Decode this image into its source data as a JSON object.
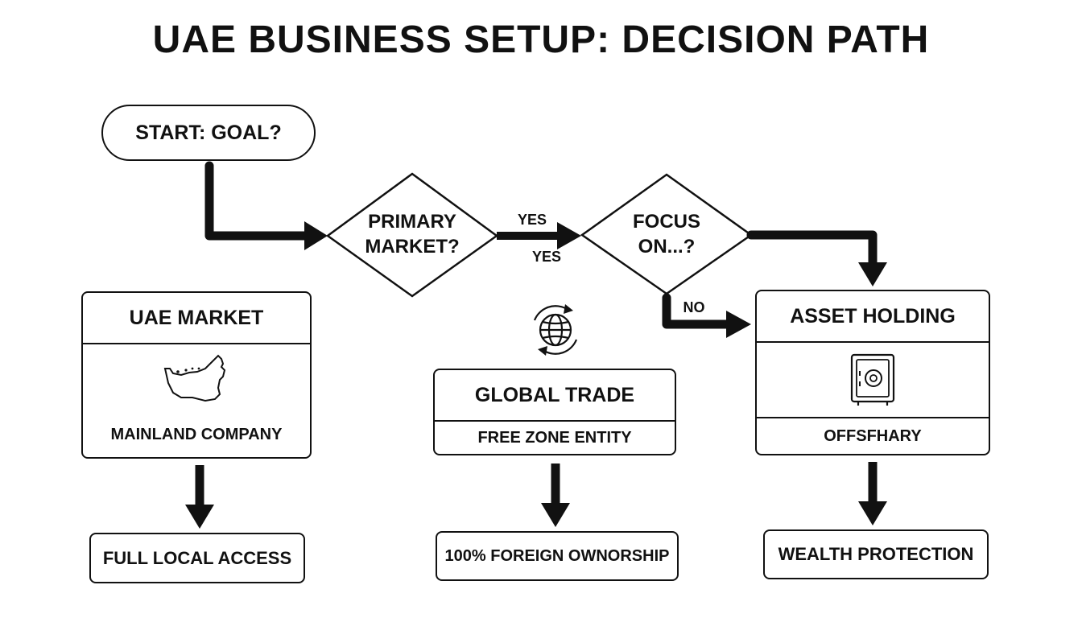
{
  "title": "UAE BUSINESS SETUP: DECISION PATH",
  "start": {
    "label": "START: GOAL?"
  },
  "decisions": {
    "primary_market": {
      "line1": "PRIMARY",
      "line2": "MARKET?"
    },
    "focus_on": {
      "line1": "FOCUS",
      "line2": "ON...?"
    }
  },
  "edge_labels": {
    "yes_top": "YES",
    "yes_bottom": "YES",
    "no": "NO"
  },
  "cards": {
    "uae_market": {
      "heading": "UAE MARKET",
      "result": "MAINLAND COMPANY",
      "icon": "uae-map-icon"
    },
    "global_trade": {
      "heading": "GLOBAL TRADE",
      "result": "FREE ZONE ENTITY",
      "icon": "globe-cycle-icon"
    },
    "asset_holding": {
      "heading": "ASSET HOLDING",
      "result": "OFFSFHARY",
      "icon": "safe-icon"
    }
  },
  "outcomes": {
    "uae_market": "FULL LOCAL ACCESS",
    "global_trade": "100% FOREIGN OWNORSHIP",
    "asset_holding": "WEALTH PROTECTION"
  }
}
